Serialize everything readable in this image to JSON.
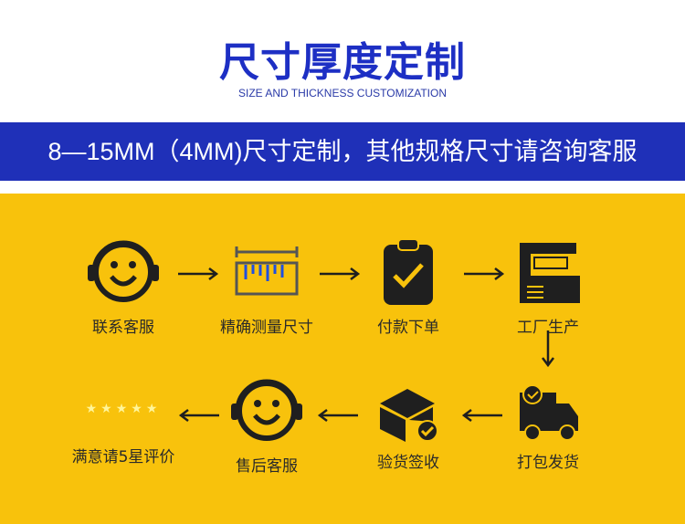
{
  "header": {
    "title": "尺寸厚度定制",
    "subtitle": "SIZE AND THICKNESS CUSTOMIZATION"
  },
  "banner": {
    "text": "8—15MM（4MM)尺寸定制，其他规格尺寸请咨询客服"
  },
  "colors": {
    "blue": "#1f30b8",
    "yellow": "#f8c20c",
    "dark": "#1f1f1f"
  },
  "steps": [
    {
      "label": "联系客服",
      "icon": "headset-smile-icon"
    },
    {
      "label": "精确测量尺寸",
      "icon": "ruler-icon"
    },
    {
      "label": "付款下单",
      "icon": "clipboard-check-icon"
    },
    {
      "label": "工厂生产",
      "icon": "factory-machine-icon"
    },
    {
      "label": "打包发货",
      "icon": "delivery-truck-icon"
    },
    {
      "label": "验货签收",
      "icon": "box-check-icon"
    },
    {
      "label": "售后客服",
      "icon": "headset-smile-icon"
    },
    {
      "label": "满意请5星评价",
      "icon": "five-stars-icon"
    }
  ]
}
